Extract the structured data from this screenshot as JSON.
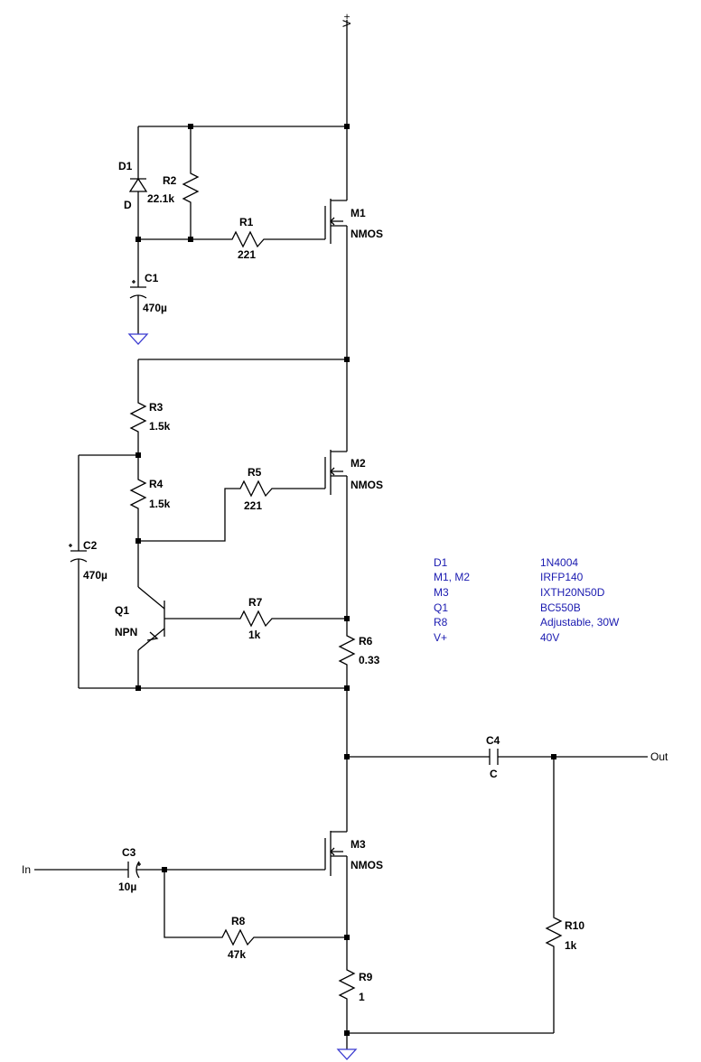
{
  "nets": {
    "supply": "V+",
    "input": "In",
    "output": "Out"
  },
  "components": {
    "D1": {
      "name": "D1",
      "value": "D"
    },
    "R2": {
      "name": "R2",
      "value": "22.1k"
    },
    "R1": {
      "name": "R1",
      "value": "221"
    },
    "M1": {
      "name": "M1",
      "value": "NMOS"
    },
    "C1": {
      "name": "C1",
      "value": "470µ"
    },
    "R3": {
      "name": "R3",
      "value": "1.5k"
    },
    "R4": {
      "name": "R4",
      "value": "1.5k"
    },
    "R5": {
      "name": "R5",
      "value": "221"
    },
    "M2": {
      "name": "M2",
      "value": "NMOS"
    },
    "C2": {
      "name": "C2",
      "value": "470µ"
    },
    "Q1": {
      "name": "Q1",
      "value": "NPN"
    },
    "R7": {
      "name": "R7",
      "value": "1k"
    },
    "R6": {
      "name": "R6",
      "value": "0.33"
    },
    "C4": {
      "name": "C4",
      "value": "C"
    },
    "M3": {
      "name": "M3",
      "value": "NMOS"
    },
    "C3": {
      "name": "C3",
      "value": "10µ"
    },
    "R8": {
      "name": "R8",
      "value": "47k"
    },
    "R9": {
      "name": "R9",
      "value": "1"
    },
    "R10": {
      "name": "R10",
      "value": "1k"
    }
  },
  "parts_table": [
    {
      "ref": "D1",
      "part": "1N4004"
    },
    {
      "ref": "M1, M2",
      "part": "IRFP140"
    },
    {
      "ref": "M3",
      "part": "IXTH20N50D"
    },
    {
      "ref": "Q1",
      "part": "BC550B"
    },
    {
      "ref": "R8",
      "part": "Adjustable, 30W"
    },
    {
      "ref": "V+",
      "part": "40V"
    }
  ],
  "colors": {
    "wire": "#000000",
    "ground_symbol": "#3b3bd0",
    "parts_table_text": "#1a1ab0",
    "background": "#ffffff"
  }
}
